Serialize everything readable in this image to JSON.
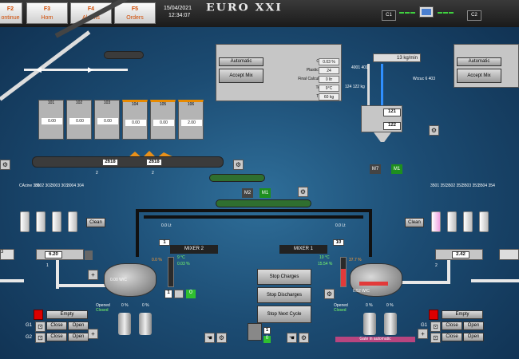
{
  "topbar": {
    "keys": [
      {
        "key": "F2",
        "label": "ontinue"
      },
      {
        "key": "F3",
        "label": "Horn"
      },
      {
        "key": "F4",
        "label": "Alarms"
      },
      {
        "key": "F5",
        "label": "Orders"
      }
    ],
    "date": "15/04/2021",
    "time": "12:34:07",
    "logo": "EURO XXI",
    "pc1": "C1",
    "pc2": "C2"
  },
  "recipe": {
    "automatic": "Automatic",
    "accept": "Accept Mix",
    "rows": [
      {
        "label": "Consistency:",
        "value": "0.03 %"
      },
      {
        "label": "Plasticity softness:",
        "value": "24"
      },
      {
        "label": "Final Calculated Water:",
        "value": "0 ltr"
      },
      {
        "label": "Temperature:",
        "value": "9°C"
      },
      {
        "label": "Total Weight:",
        "value": "60 kg"
      }
    ]
  },
  "recipe2": {
    "automatic": "Automatic",
    "accept": "Accept Mix"
  },
  "flow": {
    "value": "13 kg/min"
  },
  "cells": [
    {
      "id": "101",
      "val": "0.00"
    },
    {
      "id": "102",
      "val": "0.00"
    },
    {
      "id": "103",
      "val": "0.00"
    },
    {
      "id": "104",
      "val": "0.00"
    },
    {
      "id": "105",
      "val": "0.00"
    },
    {
      "id": "106",
      "val": "2.00"
    }
  ],
  "belt": {
    "v1": "2618",
    "v2": "2618",
    "n1": "2",
    "n2": "2"
  },
  "water": {
    "w1": "121",
    "w2": "122",
    "labels": [
      "4001 401",
      "Wrzuc 6 403",
      "124 122 kg"
    ]
  },
  "motors": {
    "m7": "M7",
    "m1": "M1",
    "m2": "M2",
    "m1b": "M1"
  },
  "left_silos": {
    "labels": [
      "CAcine 301",
      "3002 302",
      "3003 303",
      "3004 304"
    ],
    "clean": "Clean",
    "disp": "6.20",
    "small": "3",
    "circle": "1"
  },
  "right_silos": {
    "labels": [
      "3501 351",
      "3502 352",
      "3503 353",
      "3504 354"
    ],
    "clean": "Clean",
    "disp": "2.42",
    "circle": "2"
  },
  "mixer2": {
    "title": "MIXER 2",
    "pct": "0.0 %",
    "temp": "9 °C",
    "val": "0.03 %",
    "wc": "0.00 W/C",
    "out": "0",
    "one": "1",
    "lit": "0.0 Lt",
    "small": "1",
    "kg": "0 %",
    "kg2": "0 %"
  },
  "mixer1": {
    "title": "MIXER 1",
    "pct": "37.7 %",
    "temp": "10 °C",
    "val": "15.54 %",
    "wc": "0.52 W/C",
    "lit": "0.0 Lt",
    "small": "10",
    "kg": "0 %",
    "kg2": "0 %"
  },
  "center": {
    "stop_charges": "Stop Charges",
    "stop_discharges": "Stop Discharges",
    "stop_next": "Stop Next Cycle",
    "c1": "1",
    "c0": "0"
  },
  "gate_left": {
    "empty": "Empty",
    "g1": "G1",
    "g2": "G2",
    "close": "Close",
    "open": "Open",
    "opened": "Opened",
    "closed": "Closed"
  },
  "gate_right": {
    "empty": "Empty",
    "g1": "G1",
    "g2": "G2",
    "close": "Close",
    "open": "Open",
    "opened": "Opened",
    "closed": "Closed",
    "status": "Gate in automatic"
  }
}
